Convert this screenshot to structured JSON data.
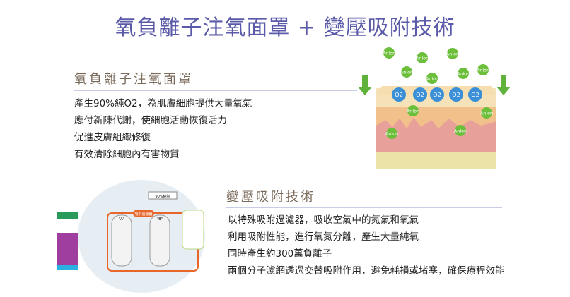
{
  "title": "氧負離子注氧面罩 + 變壓吸附技術",
  "section1": {
    "heading": "氧負離子注氧面罩",
    "lines": [
      "產生90%純O2，為肌膚細胞提供大量氧氣",
      "應付新陳代謝，使細胞活動恢復活力",
      "促進皮膚組織修復",
      "有效清除細胞內有害物質"
    ]
  },
  "section2": {
    "heading": "變壓吸附技術",
    "lines": [
      "以特殊吸附過濾器，吸收空氣中的氮氣和氧氣",
      "利用吸附性能，進行氧氮分離，產生大量純氧",
      "同時產生約300萬負離子",
      "兩個分子濾網透過交替吸附作用，避免耗損或堵塞，確保療程效能"
    ]
  },
  "skin_diagram": {
    "anion_label": "Anion",
    "o2_label": "O2"
  },
  "psa_diagram": {
    "oxygen_label": "90%純氧",
    "filter_label": "吸附過濾器",
    "a": "\"A\"",
    "b": "\"B\""
  },
  "colors": {
    "title": "#5a5aa8",
    "anion": "#6cbf3a",
    "o2": "#3a8fd6",
    "arrow": "#5fb33a"
  }
}
